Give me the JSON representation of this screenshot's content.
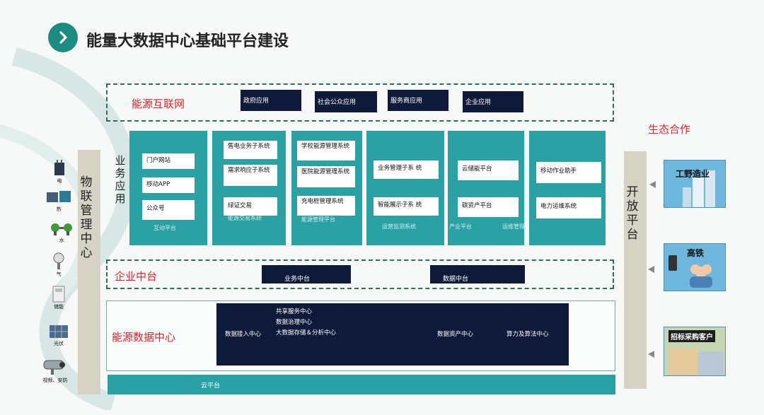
{
  "title": "能量大数据中心基础平台建设",
  "energy_internet": {
    "label": "能源互联网",
    "apps": [
      "政府应用",
      "社会公众应用",
      "服务商应用",
      "企业应用"
    ]
  },
  "ecosystem_label": "生态合作",
  "business_app_label": "业务应用",
  "iot_label": "物联管理中心",
  "open_platform_label": "开放平台",
  "columns": [
    {
      "items": [
        "门户网站",
        "移动APP",
        "公众号"
      ],
      "footer": "互动平台"
    },
    {
      "items": [
        "售电业务子系统",
        "需求响应子系统",
        "绿证交易"
      ],
      "footer": "能源交易系统"
    },
    {
      "items": [
        "学校能源管理系统",
        "医院能源管理系统",
        "充电桩管理系统"
      ],
      "footer": "能源管理平台"
    },
    {
      "items": [
        "业务管理子系     统",
        "智能展示子系     统"
      ],
      "footer": "运营监测系统"
    },
    {
      "items": [
        "云储能平台",
        "碳资产平台"
      ],
      "footer": "产业平台"
    },
    {
      "items": [
        "移动作业助手",
        "电力运维系统"
      ],
      "footer": "运维管理"
    }
  ],
  "enterprise": {
    "label": "企业中台",
    "items": [
      "业务中台",
      "数据中台"
    ]
  },
  "data_center": {
    "label": "能源数据中心",
    "items": [
      "共享服务中心",
      "数据治理中心",
      "数据接入中心",
      "大数据存储＆分析中心",
      "数据资产中心",
      "算力及算法中心"
    ]
  },
  "cloud": "云平台",
  "devices": [
    "电",
    "热",
    "水",
    "气",
    "储能",
    "光伏",
    "视频、安防"
  ],
  "partners": [
    "工野造业",
    "高铁",
    "招标采购客户"
  ],
  "colors": {
    "teal": "#2aa1a3",
    "dark_navy": "#0f1a3a",
    "red": "#d9272e",
    "icon_green": "#1c8c82"
  }
}
